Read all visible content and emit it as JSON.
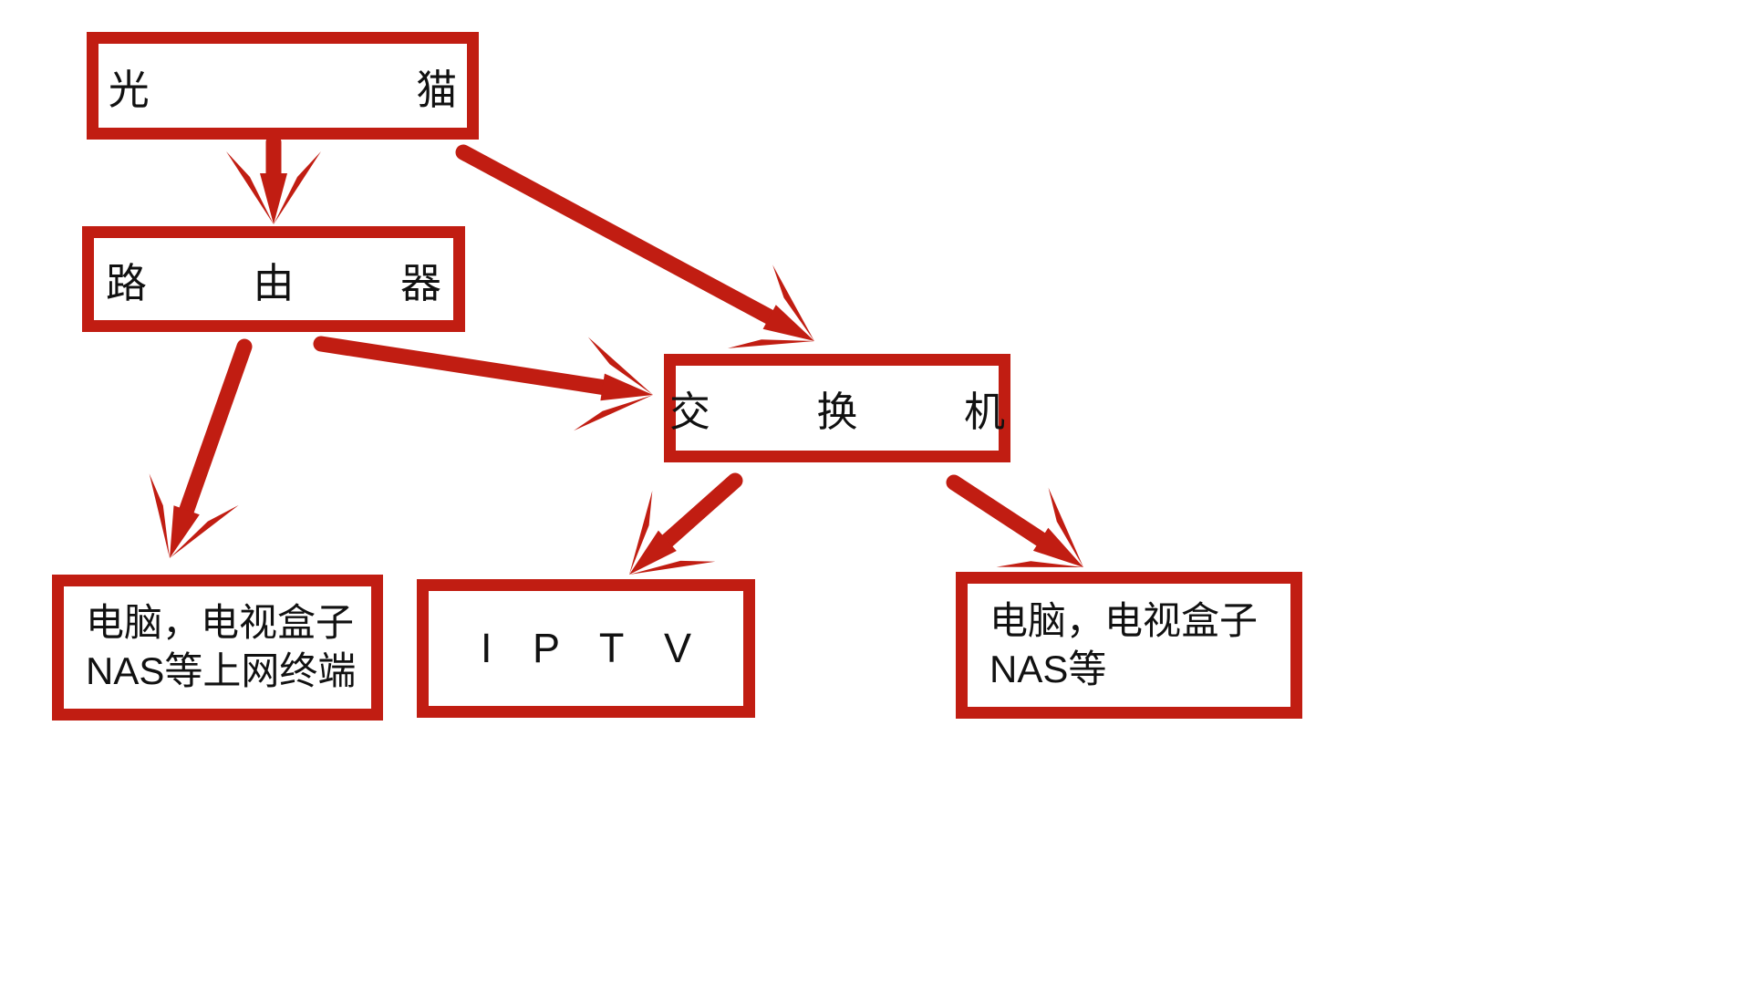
{
  "diagram": {
    "type": "flow-diagram",
    "colors": {
      "accent": "#C11D12",
      "text": "#111111",
      "background": "#ffffff"
    },
    "nodes": [
      {
        "id": "optical-modem",
        "label": "光  猫"
      },
      {
        "id": "router",
        "label": "路 由 器"
      },
      {
        "id": "switch",
        "label": "交 换 机"
      },
      {
        "id": "lan-terminals",
        "lines": [
          "电脑，电视盒子",
          "NAS等上网终端"
        ]
      },
      {
        "id": "iptv",
        "label": "I P T V"
      },
      {
        "id": "switch-terminals",
        "lines": [
          "电脑，电视盒子",
          "NAS等"
        ]
      }
    ],
    "edges": [
      {
        "from": "optical-modem",
        "to": "router"
      },
      {
        "from": "optical-modem",
        "to": "switch"
      },
      {
        "from": "router",
        "to": "lan-terminals"
      },
      {
        "from": "router",
        "to": "switch"
      },
      {
        "from": "switch",
        "to": "iptv"
      },
      {
        "from": "switch",
        "to": "switch-terminals"
      }
    ]
  }
}
